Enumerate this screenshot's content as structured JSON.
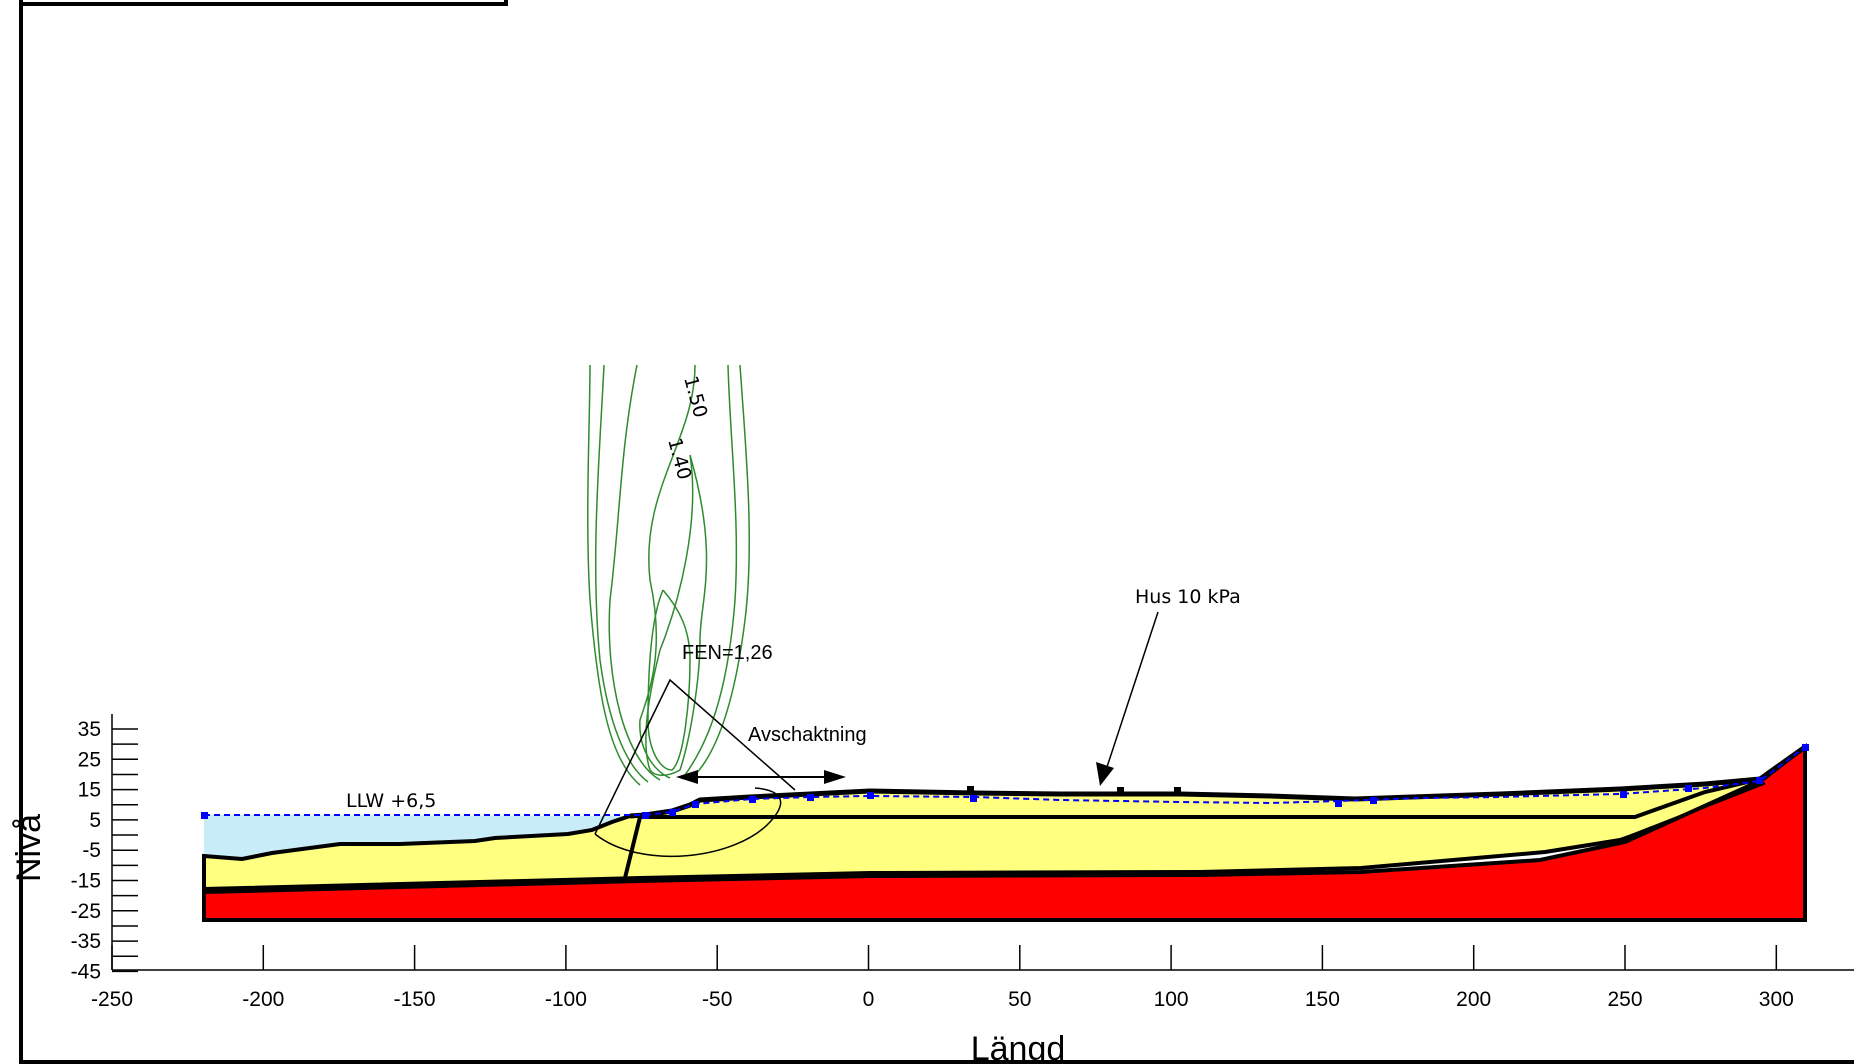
{
  "axes": {
    "xlabel": "Längd",
    "ylabel": "Nivå",
    "x_ticks": [
      "-250",
      "-200",
      "-150",
      "-100",
      "-50",
      "0",
      "50",
      "100",
      "150",
      "200",
      "250",
      "300"
    ],
    "y_ticks": [
      "35",
      "25",
      "15",
      "5",
      "-5",
      "-15",
      "-25",
      "-35",
      "-45"
    ]
  },
  "annotations": {
    "water_level": "LLW +6,5",
    "fen": "FEN=1,26",
    "excavation": "Avschaktning",
    "load": "Hus 10 kPa",
    "contour_1": "1.50",
    "contour_2": "1.40"
  },
  "colors": {
    "bedrock": "#ff0000",
    "clay": "#ffff80",
    "water": "#c8ecf8",
    "contour": "#2e8b2e",
    "water_line": "#0000ff",
    "outline": "#000000"
  }
}
